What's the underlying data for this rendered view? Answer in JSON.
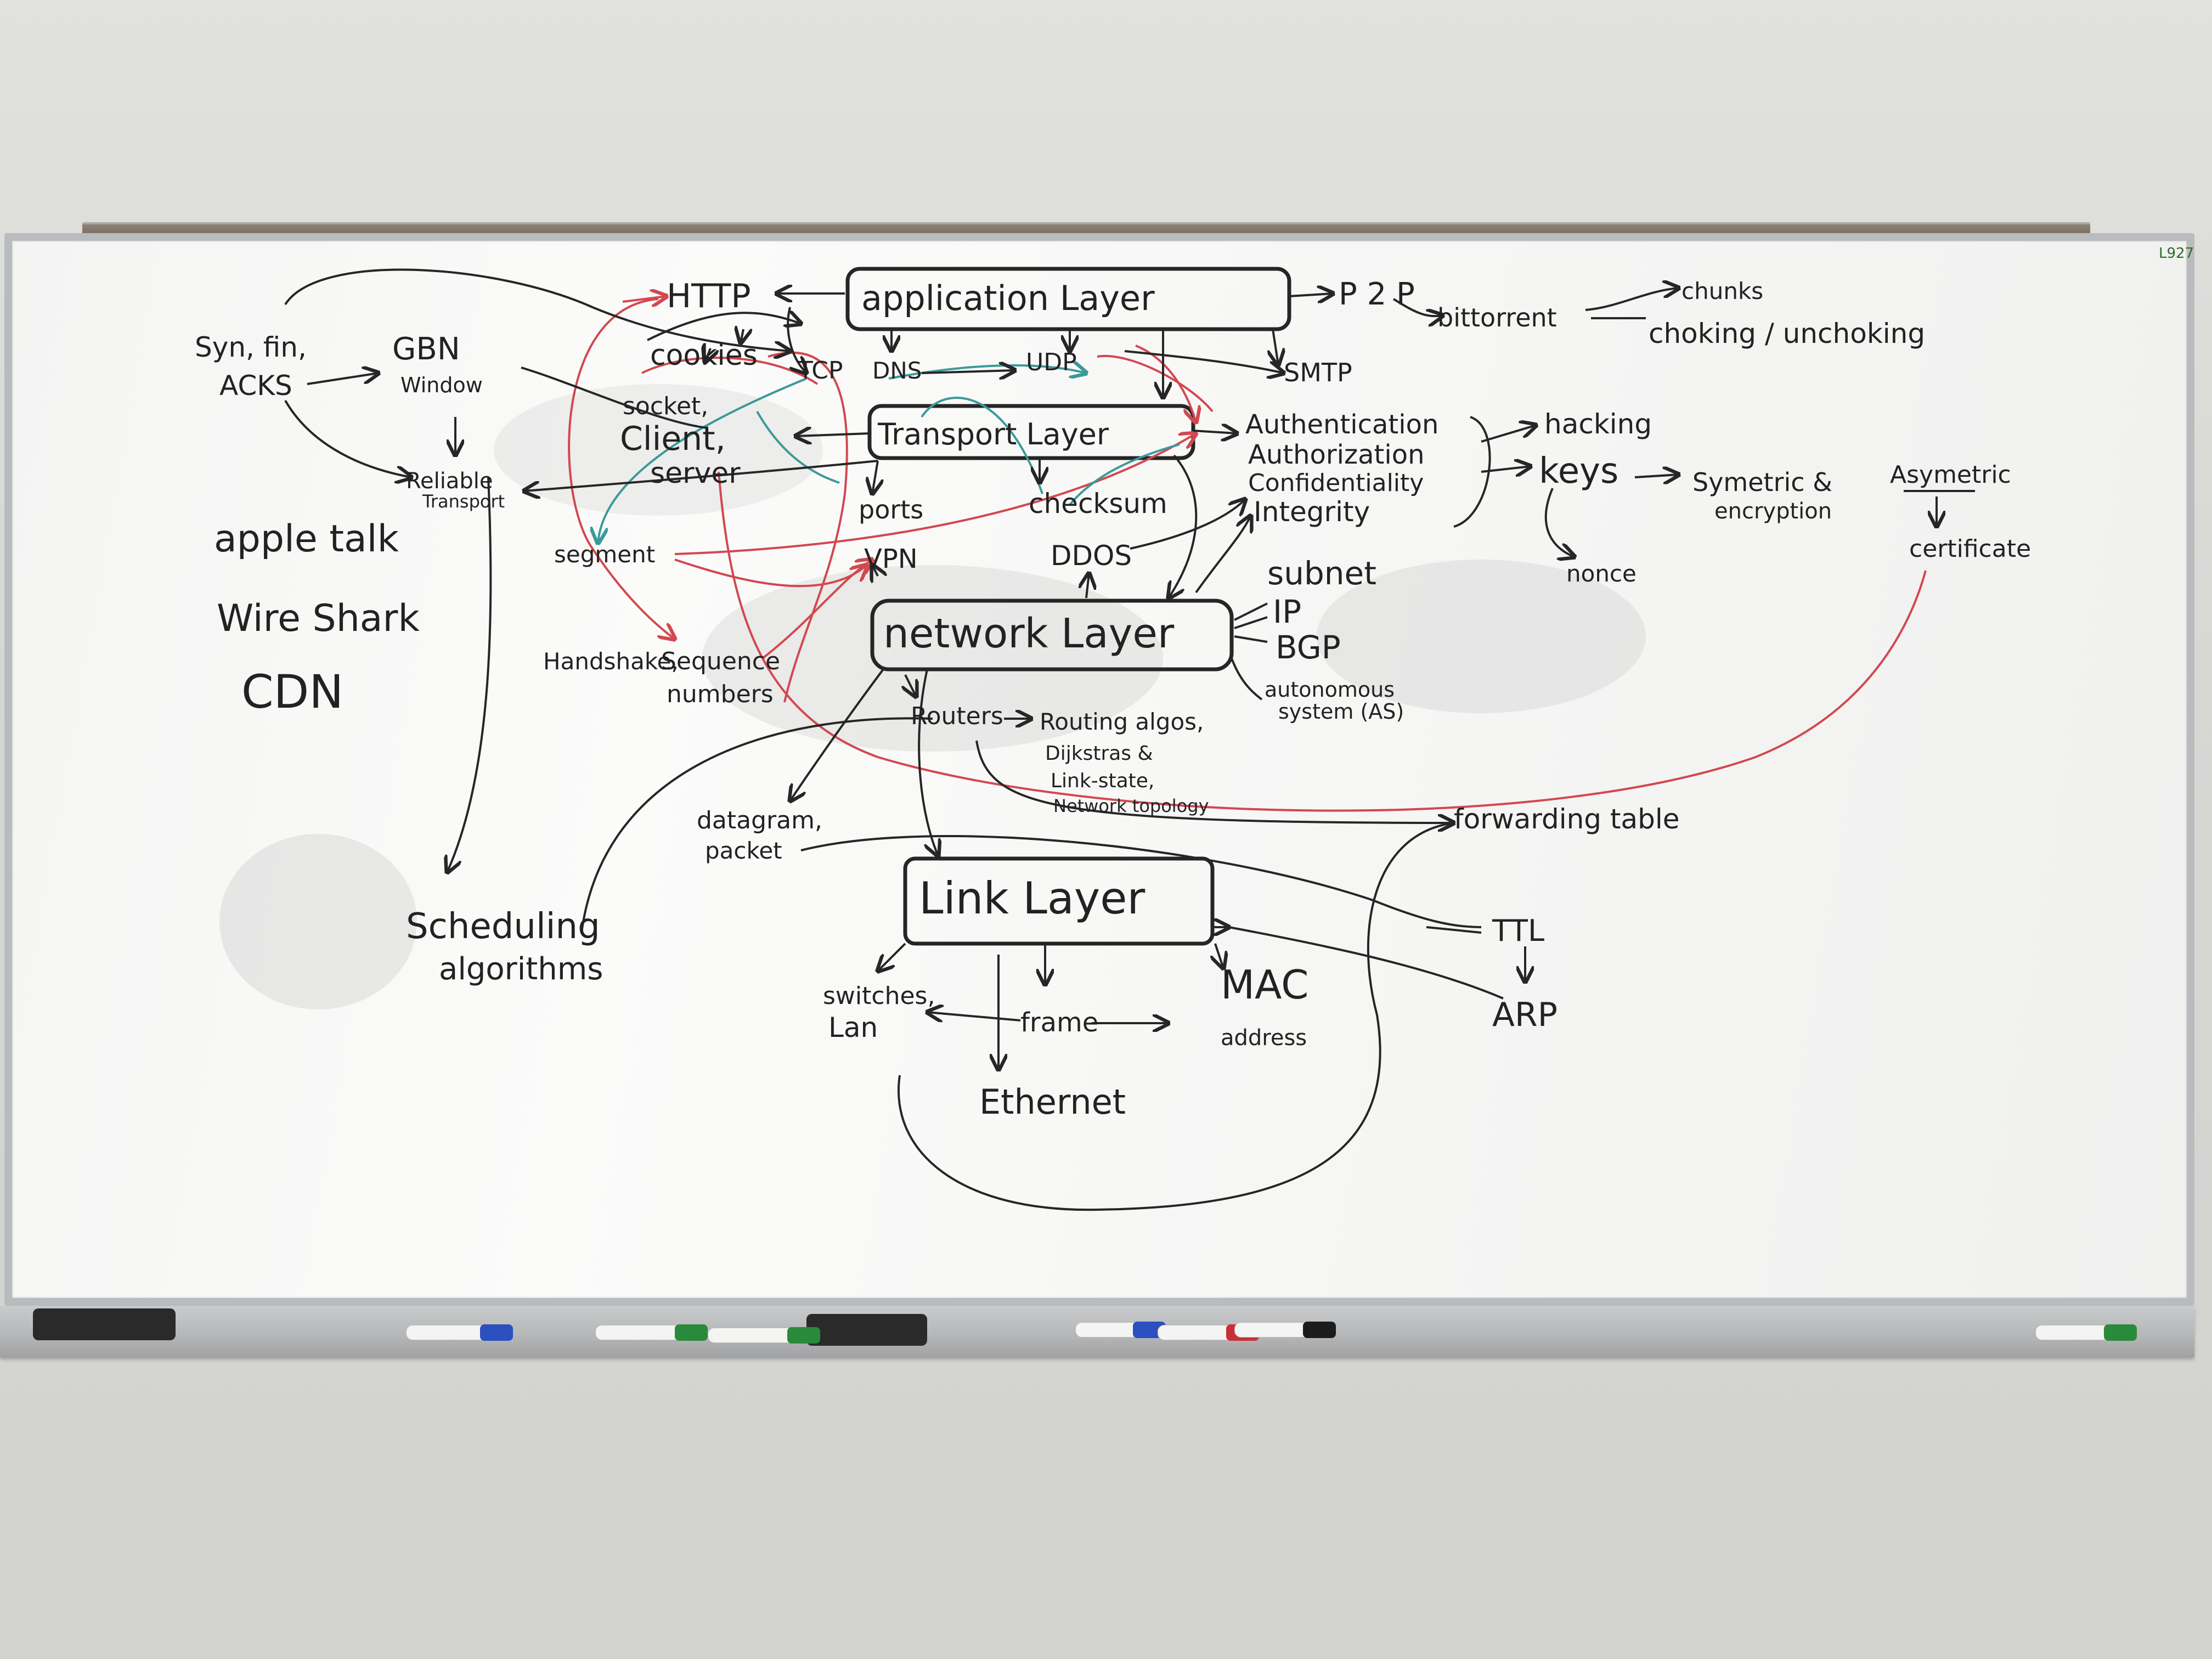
{
  "colors": {
    "ink_black": "#262626",
    "ink_red": "#d2484f",
    "ink_teal": "#3a9a98",
    "board": "#f7f7f6",
    "wall": "#d8d8d5"
  },
  "board_tag": "L927",
  "nodes": {
    "application_layer": "application Layer",
    "http": "HTTP",
    "cookies": "cookies",
    "tcp": "TCP",
    "dns": "DNS",
    "udp": "UDP",
    "smtp": "SMTP",
    "p2p": "P 2 P",
    "bittorrent": "bittorrent",
    "chunks": "chunks",
    "choking": "choking / unchoking",
    "syn_fin": "Syn, fin,",
    "acks": "ACKS",
    "gbn": "GBN",
    "window": "Window",
    "reliable": "Reliable",
    "transport_small": "Transport",
    "socket": "socket,",
    "client": "Client,",
    "server": "server",
    "transport_layer": "Transport Layer",
    "ports": "ports",
    "checksum": "checksum",
    "authentication": "Authentication",
    "authorization": "Authorization",
    "confidentiality": "Confidentiality",
    "integrity": "Integrity",
    "hacking": "hacking",
    "keys": "keys",
    "symmetric": "Symetric &",
    "asymmetric": "Asymetric",
    "encryption": "encryption",
    "nonce": "nonce",
    "certificate": "certificate",
    "apple_talk": "apple talk",
    "wire_shark": "Wire Shark",
    "cdn": "CDN",
    "segment": "segment",
    "vpn": "VPN",
    "ddos": "DDOS",
    "subnet": "subnet",
    "ip": "IP",
    "bgp": "BGP",
    "network_layer": "network Layer",
    "handshake": "Handshake,",
    "sequence": "Sequence",
    "numbers": "numbers",
    "autonomous": "autonomous",
    "system_as": "system (AS)",
    "routers": "Routers",
    "routing_algos": "Routing algos,",
    "dijkstras": "Dijkstras &",
    "link_state": "Link-state,",
    "network_topology": "Network topology",
    "forwarding_table": "forwarding table",
    "datagram": "datagram,",
    "packet": "packet",
    "link_layer": "Link Layer",
    "ttl": "TTL",
    "arp": "ARP",
    "scheduling": "Scheduling",
    "algorithms": "algorithms",
    "switches": "switches,",
    "lan": "Lan",
    "frame": "frame",
    "mac": "MAC",
    "address": "address",
    "ethernet": "Ethernet"
  }
}
